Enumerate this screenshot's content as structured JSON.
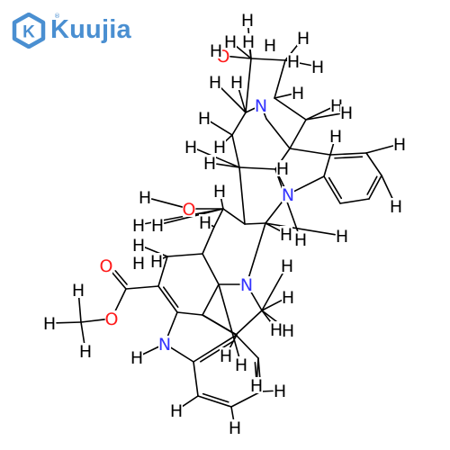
{
  "logo": {
    "brand": "Kuujia",
    "mark_letter": "K",
    "registered": "®",
    "color": "#4a8fd1"
  },
  "molecule": {
    "colors": {
      "C": "#000000",
      "H": "#000000",
      "N": "#3333ff",
      "O": "#ff1a1a"
    },
    "atoms": [
      {
        "id": "h1",
        "el": "H"
      },
      {
        "id": "o1",
        "el": "O"
      },
      {
        "id": "h2",
        "el": "H"
      },
      {
        "id": "h3",
        "el": "H"
      },
      {
        "id": "h4",
        "el": "H"
      },
      {
        "id": "h5",
        "el": "H"
      },
      {
        "id": "h6",
        "el": "H"
      },
      {
        "id": "h7",
        "el": "H"
      },
      {
        "id": "h8",
        "el": "H"
      },
      {
        "id": "h9",
        "el": "H"
      },
      {
        "id": "h10",
        "el": "H"
      },
      {
        "id": "n1",
        "el": "N"
      },
      {
        "id": "h11",
        "el": "H"
      },
      {
        "id": "h12",
        "el": "H"
      },
      {
        "id": "h13",
        "el": "H"
      },
      {
        "id": "h14",
        "el": "H"
      },
      {
        "id": "h15",
        "el": "H"
      },
      {
        "id": "h16",
        "el": "H"
      },
      {
        "id": "h17",
        "el": "H"
      },
      {
        "id": "h18",
        "el": "H"
      },
      {
        "id": "h19",
        "el": "H"
      },
      {
        "id": "h20",
        "el": "H"
      },
      {
        "id": "h21",
        "el": "H"
      },
      {
        "id": "n2",
        "el": "N"
      },
      {
        "id": "h22",
        "el": "H"
      },
      {
        "id": "h23",
        "el": "H"
      },
      {
        "id": "h24",
        "el": "H"
      },
      {
        "id": "h25",
        "el": "H"
      },
      {
        "id": "h26",
        "el": "H"
      },
      {
        "id": "o2",
        "el": "O"
      },
      {
        "id": "h27",
        "el": "H"
      },
      {
        "id": "h28",
        "el": "H"
      },
      {
        "id": "h29",
        "el": "H"
      },
      {
        "id": "h30",
        "el": "H"
      },
      {
        "id": "h31",
        "el": "H"
      },
      {
        "id": "h32",
        "el": "H"
      },
      {
        "id": "h33",
        "el": "H"
      },
      {
        "id": "h34",
        "el": "H"
      },
      {
        "id": "o3",
        "el": "O"
      },
      {
        "id": "n3",
        "el": "N"
      },
      {
        "id": "h35",
        "el": "H"
      },
      {
        "id": "h36",
        "el": "H"
      },
      {
        "id": "h37",
        "el": "H"
      },
      {
        "id": "o4",
        "el": "O"
      },
      {
        "id": "h38",
        "el": "H"
      },
      {
        "id": "h39",
        "el": "H"
      },
      {
        "id": "n4",
        "el": "N"
      },
      {
        "id": "h40",
        "el": "H"
      },
      {
        "id": "h41",
        "el": "H"
      },
      {
        "id": "h42",
        "el": "H"
      },
      {
        "id": "h43",
        "el": "H"
      },
      {
        "id": "h44",
        "el": "H"
      },
      {
        "id": "h45",
        "el": "H"
      },
      {
        "id": "h46",
        "el": "H"
      }
    ]
  }
}
